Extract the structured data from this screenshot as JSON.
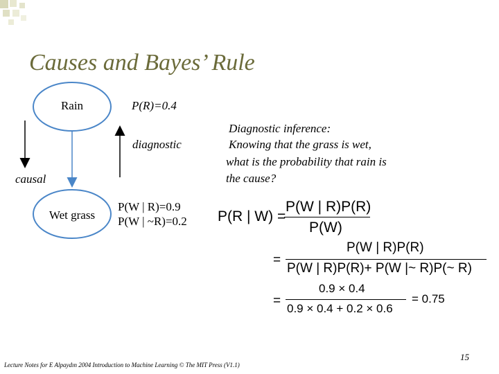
{
  "slide": {
    "title": "Causes and Bayes’ Rule",
    "page_number": "15",
    "footer": "Lecture Notes for E Alpaydın 2004 Introduction to Machine Learning © The MIT Press (V1.1)"
  },
  "diagram": {
    "rain_node": "Rain",
    "wetgrass_node": "Wet grass",
    "prior": "P(R)=0.4",
    "cpt_line1": "P(W | R)=0.9",
    "cpt_line2": "P(W | ~R)=0.2",
    "diagnostic_label": "diagnostic",
    "causal_label": "causal",
    "colors": {
      "node_stroke": "#4a86c8",
      "title": "#6b6b3a"
    }
  },
  "explanation": {
    "line1": "Diagnostic inference:",
    "line2": "Knowing that the grass is wet,",
    "line3": "what is the probability that rain is",
    "line4": "the cause?"
  },
  "equations": {
    "lhs": "P(R | W) =",
    "eq1_num": "P(W | R)P(R)",
    "eq1_den": "P(W)",
    "eq_sign": "=",
    "eq2_num": "P(W | R)P(R)",
    "eq2_den": "P(W | R)P(R)+ P(W |~ R)P(~ R)",
    "eq3_num": "0.9 × 0.4",
    "eq3_den": "0.9 × 0.4 + 0.2 × 0.6",
    "eq3_result": "= 0.75"
  }
}
